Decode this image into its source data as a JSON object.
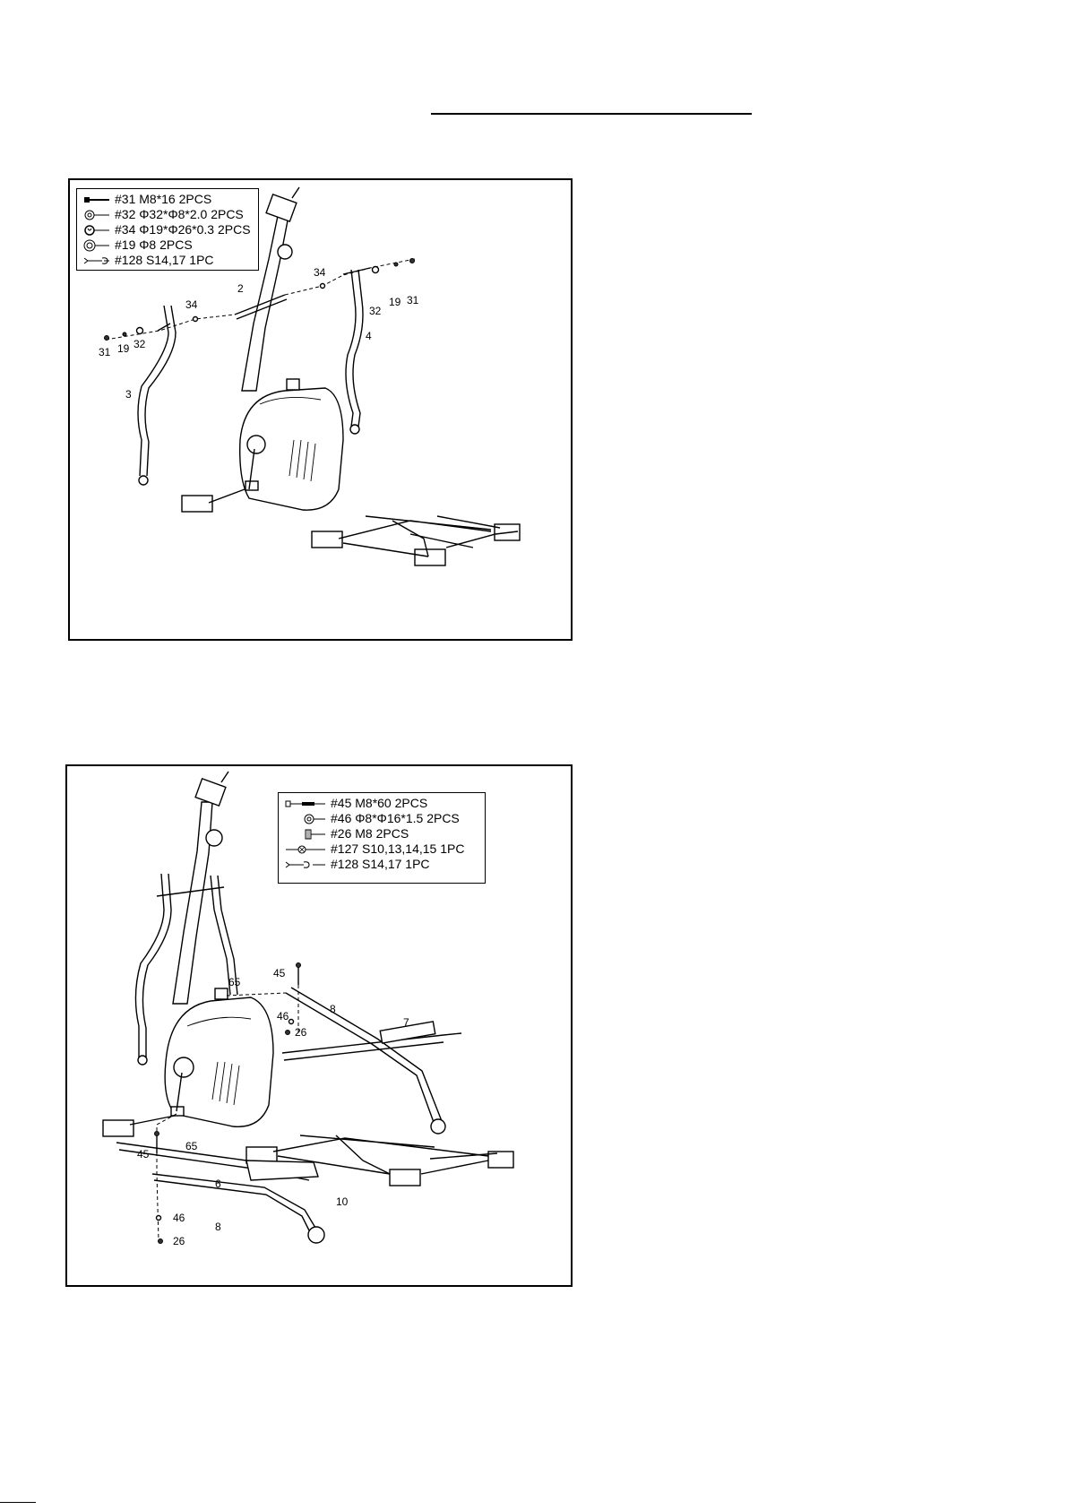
{
  "step1": {
    "legend": [
      {
        "icon": "bolt-icon",
        "text": "#31 M8*16  2PCS"
      },
      {
        "icon": "washer-icon",
        "text": "#32 Φ32*Φ8*2.0  2PCS"
      },
      {
        "icon": "wave-washer-icon",
        "text": "#34 Φ19*Φ26*0.3  2PCS"
      },
      {
        "icon": "spring-washer-icon",
        "text": "#19 Φ8  2PCS"
      },
      {
        "icon": "wrench-icon",
        "text": "#128 S14,17 1PC"
      }
    ],
    "callouts": {
      "c2": "2",
      "c3": "3",
      "c4": "4",
      "c34a": "34",
      "c34b": "34",
      "c31a": "31",
      "c19a": "19",
      "c32a": "32",
      "c31b": "31",
      "c19b": "19",
      "c32b": "32"
    }
  },
  "step2": {
    "legend": [
      {
        "icon": "long-bolt-icon",
        "text": "#45 M8*60  2PCS"
      },
      {
        "icon": "washer-icon",
        "text": "#46 Φ8*Φ16*1.5  2PCS"
      },
      {
        "icon": "nut-icon",
        "text": "#26 M8 2PCS"
      },
      {
        "icon": "multi-wrench-icon",
        "text": "#127 S10,13,14,15 1PC"
      },
      {
        "icon": "wrench-icon",
        "text": "#128 S14,17 1PC"
      }
    ],
    "callouts": {
      "c65a": "65",
      "c45a": "45",
      "c8a": "8",
      "c7": "7",
      "c46a": "46",
      "c26a": "26",
      "c65b": "65",
      "c45b": "45",
      "c6": "6",
      "c8b": "8",
      "c10": "10",
      "c46b": "46",
      "c26b": "26"
    }
  }
}
